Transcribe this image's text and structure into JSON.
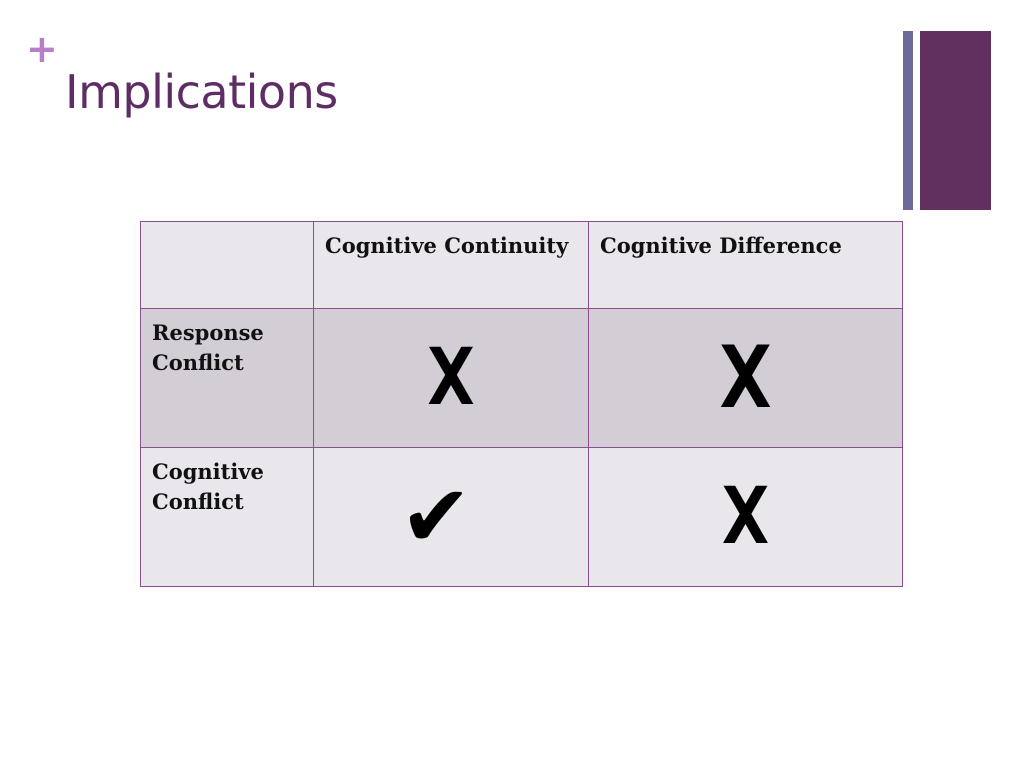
{
  "slide": {
    "plus_symbol": "+",
    "title": "Implications"
  },
  "table": {
    "column_headers": [
      "",
      "Cognitive Continuity",
      "Cognitive Difference"
    ],
    "rows": [
      {
        "label": "Response Conflict",
        "cells": [
          "X",
          "X"
        ]
      },
      {
        "label": "Cognitive Conflict",
        "cells": [
          "✔",
          "X"
        ]
      }
    ]
  },
  "colors": {
    "title": "#5f2d66",
    "plus": "#b77fc9",
    "accent_thin": "#6c6a9b",
    "accent_thick": "#61305f",
    "table_border": "#8a4f8e",
    "row_light": "#e9e6ec",
    "row_dark": "#d3cdd5"
  }
}
